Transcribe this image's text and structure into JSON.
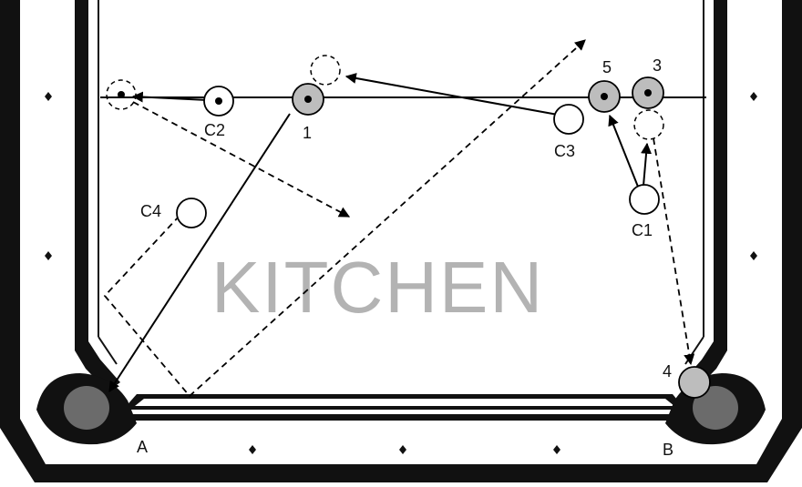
{
  "zone_label": "KITCHEN",
  "pockets": {
    "left": "A",
    "right": "B"
  },
  "balls": [
    {
      "label": "1",
      "color": "#bdbdbd"
    },
    {
      "label": "3",
      "color": "#bdbdbd"
    },
    {
      "label": "4",
      "color": "#bdbdbd"
    },
    {
      "label": "5",
      "color": "#bdbdbd"
    }
  ],
  "cue_positions": [
    "C1",
    "C2",
    "C3",
    "C4"
  ],
  "colors": {
    "rail": "#111111",
    "pocket": "#6b6b6b",
    "ball": "#bdbdbd",
    "kitchen_text": "#b3b3b3"
  }
}
